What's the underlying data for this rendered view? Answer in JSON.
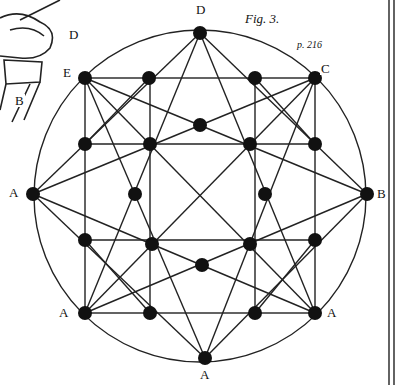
{
  "diagram": {
    "labels": [
      "D",
      "B",
      "Fig. 3.",
      "p. 216",
      "D",
      "E",
      "C",
      "A",
      "B",
      "A",
      "A",
      "A"
    ]
  }
}
